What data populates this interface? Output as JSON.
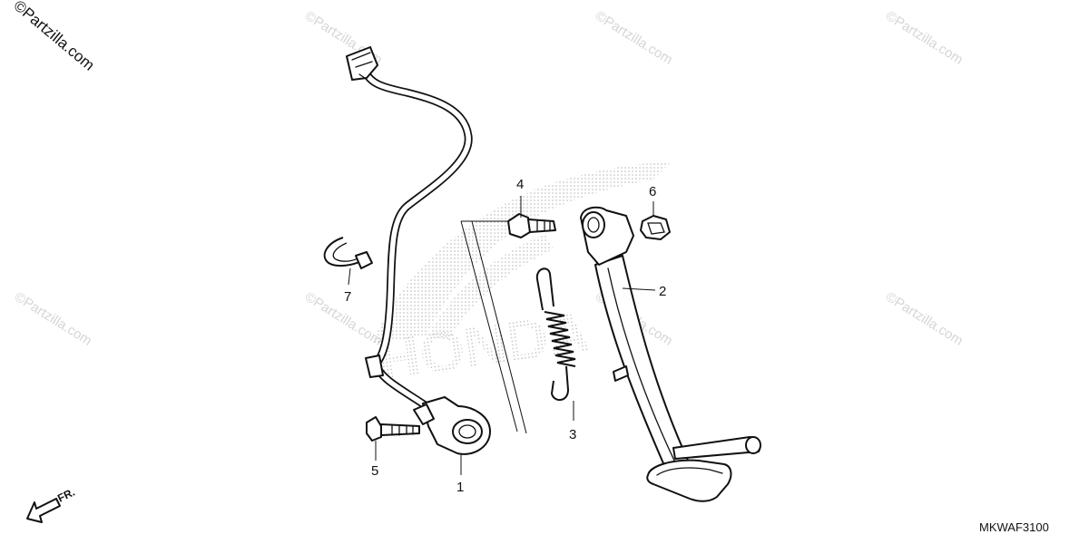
{
  "watermarks": {
    "corner": "©Partzilla.com",
    "tile": "©Partzilla.com"
  },
  "logo": {
    "text": "HONDA",
    "color": "#b8b8b8"
  },
  "callouts": [
    "1",
    "2",
    "3",
    "4",
    "5",
    "6",
    "7"
  ],
  "diagram_code": "MKWAF3100",
  "direction_label": "FR.",
  "colors": {
    "line": "#111111",
    "background": "#ffffff",
    "watermark": "#d6d6d6"
  }
}
